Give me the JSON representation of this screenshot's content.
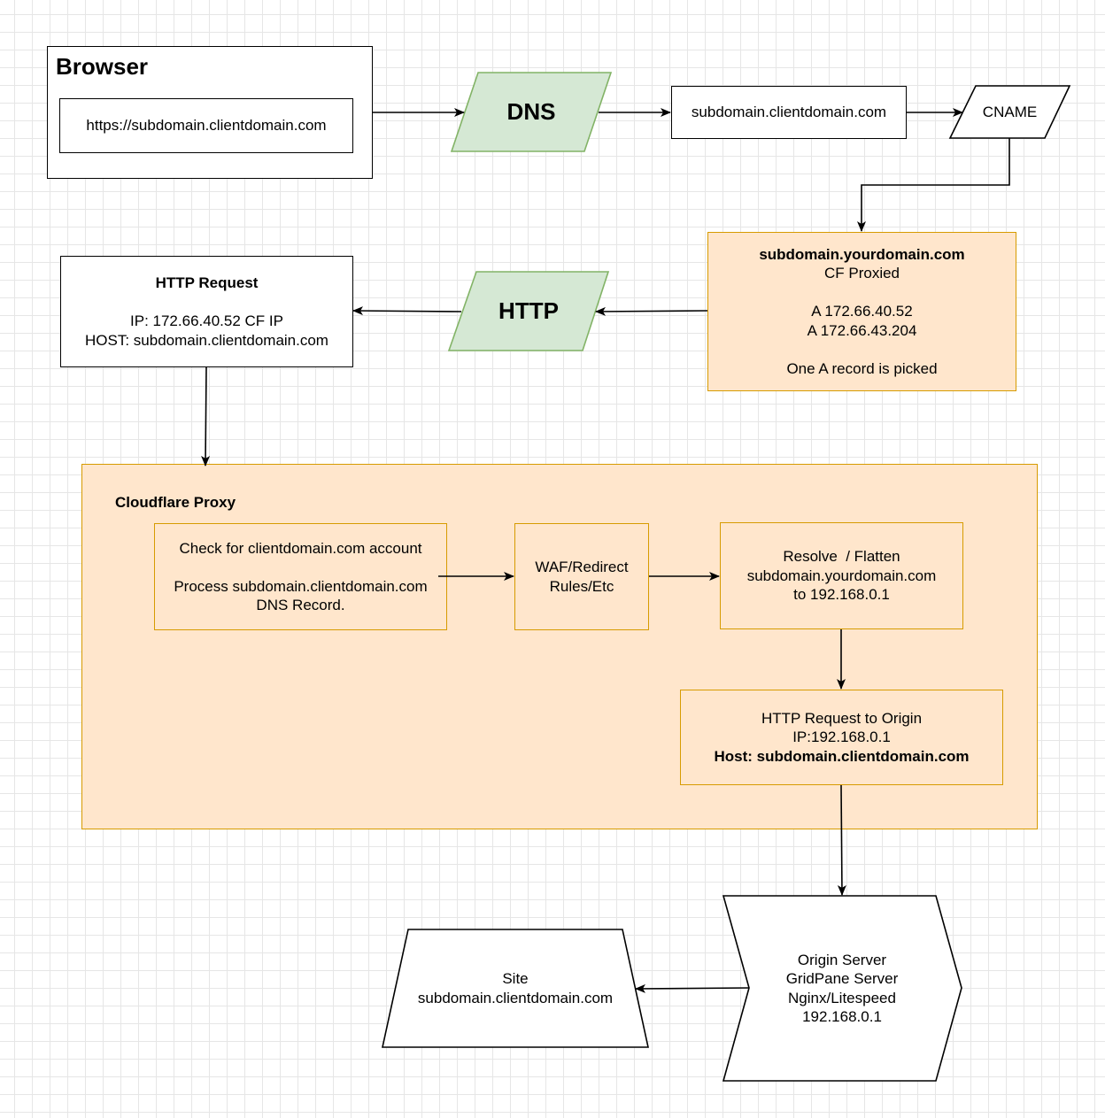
{
  "browser": {
    "title": "Browser",
    "url": "https://subdomain.clientdomain.com"
  },
  "dns": {
    "label": "DNS"
  },
  "client_subdomain": {
    "label": "subdomain.clientdomain.com"
  },
  "cname": {
    "label": "CNAME"
  },
  "cf_record": {
    "title": "subdomain.yourdomain.com",
    "proxied": "CF Proxied",
    "a1": "A 172.66.40.52",
    "a2": "A 172.66.43.204",
    "note": "One A record is picked"
  },
  "http": {
    "label": "HTTP"
  },
  "http_request": {
    "title": "HTTP Request",
    "ip": "IP: 172.66.40.52 CF IP",
    "host": "HOST: subdomain.clientdomain.com"
  },
  "cloudflare_proxy": {
    "title": "Cloudflare Proxy",
    "check": {
      "line1": "Check for clientdomain.com account",
      "line2": "Process subdomain.clientdomain.com",
      "line3": "DNS Record."
    },
    "waf": {
      "line1": "WAF/Redirect",
      "line2": "Rules/Etc"
    },
    "resolve": {
      "line1": "Resolve  / Flatten",
      "line2": "subdomain.yourdomain.com",
      "line3": "to 192.168.0.1"
    },
    "origin_request": {
      "line1": "HTTP Request to Origin",
      "line2": "IP:192.168.0.1",
      "line3": "Host: subdomain.clientdomain.com"
    }
  },
  "origin_server": {
    "line1": "Origin Server",
    "line2": "GridPane Server",
    "line3": "Nginx/Litespeed",
    "line4": "192.168.0.1"
  },
  "site": {
    "line1": "Site",
    "line2": "subdomain.clientdomain.com"
  },
  "colors": {
    "green_fill": "#d5e8d4",
    "green_stroke": "#82b366",
    "orange_fill": "#ffe6cc",
    "orange_stroke": "#d79b00",
    "edge": "#000000"
  }
}
